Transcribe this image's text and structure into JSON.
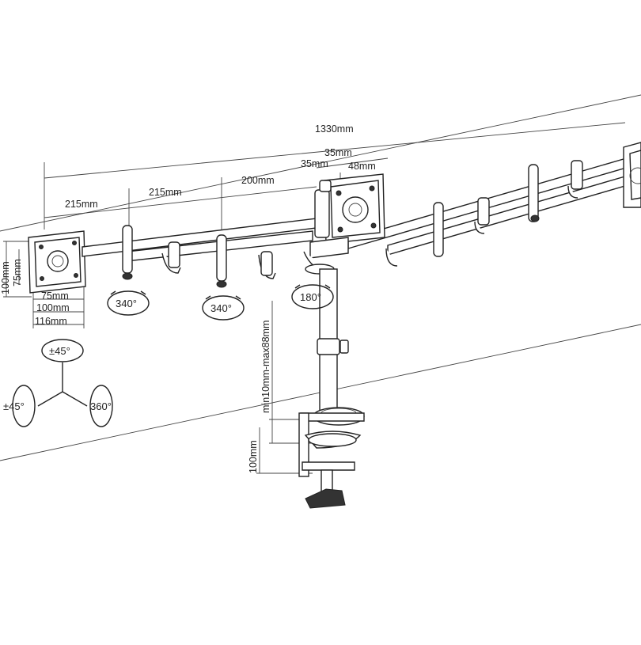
{
  "dimensions": {
    "total_width": "1330mm",
    "arm_segment_1": "215mm",
    "arm_segment_2": "215mm",
    "arm_segment_3": "200mm",
    "center_offset_top": "35mm",
    "center_offset_left": "35mm",
    "center_offset_right": "48mm",
    "vesa_100_vertical": "100mm",
    "vesa_75_vertical": "75mm",
    "vesa_75_horizontal": "75mm",
    "vesa_100_horizontal": "100mm",
    "plate_width": "116mm",
    "desk_thickness": "min10mm-max88mm",
    "clamp_height": "100mm"
  },
  "rotations": {
    "arm_left": "340°",
    "arm_mid": "340°",
    "center_pivot": "180°",
    "tilt": "±45°",
    "swivel": "±45°",
    "rotate": "360°"
  }
}
